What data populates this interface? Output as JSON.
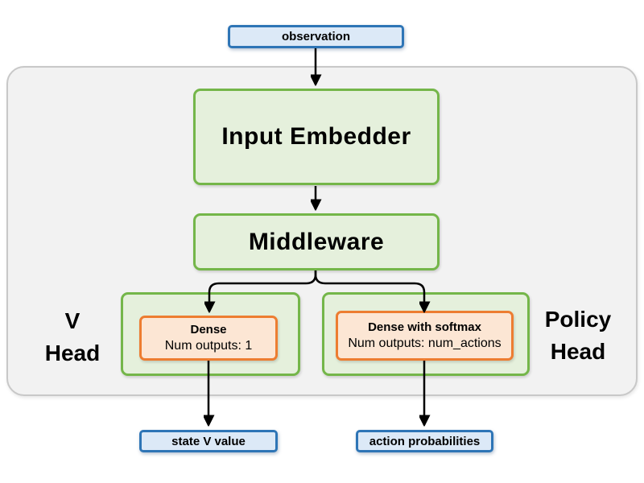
{
  "diagram": {
    "nodes": {
      "observation": "observation",
      "input_embedder": "Input Embedder",
      "middleware": "Middleware",
      "v_head_label": "V\nHead",
      "v_head_dense_title": "Dense",
      "v_head_dense_subtitle": "Num outputs: 1",
      "v_head_output": "state V value",
      "policy_head_label": "Policy\nHead",
      "policy_head_dense_title": "Dense with softmax",
      "policy_head_dense_subtitle": "Num outputs: num_actions",
      "policy_head_output": "action probabilities"
    },
    "colors": {
      "io_box_border": "#2E75B6",
      "io_box_fill": "#DCE9F7",
      "layer_box_border": "#74B649",
      "layer_box_fill": "#E5F0DC",
      "head_box_border": "#ED7D31",
      "head_box_fill": "#FCE6D4",
      "frame_fill": "#F2F2F2",
      "frame_border": "#C8C8C8",
      "arrow": "#000000"
    }
  }
}
